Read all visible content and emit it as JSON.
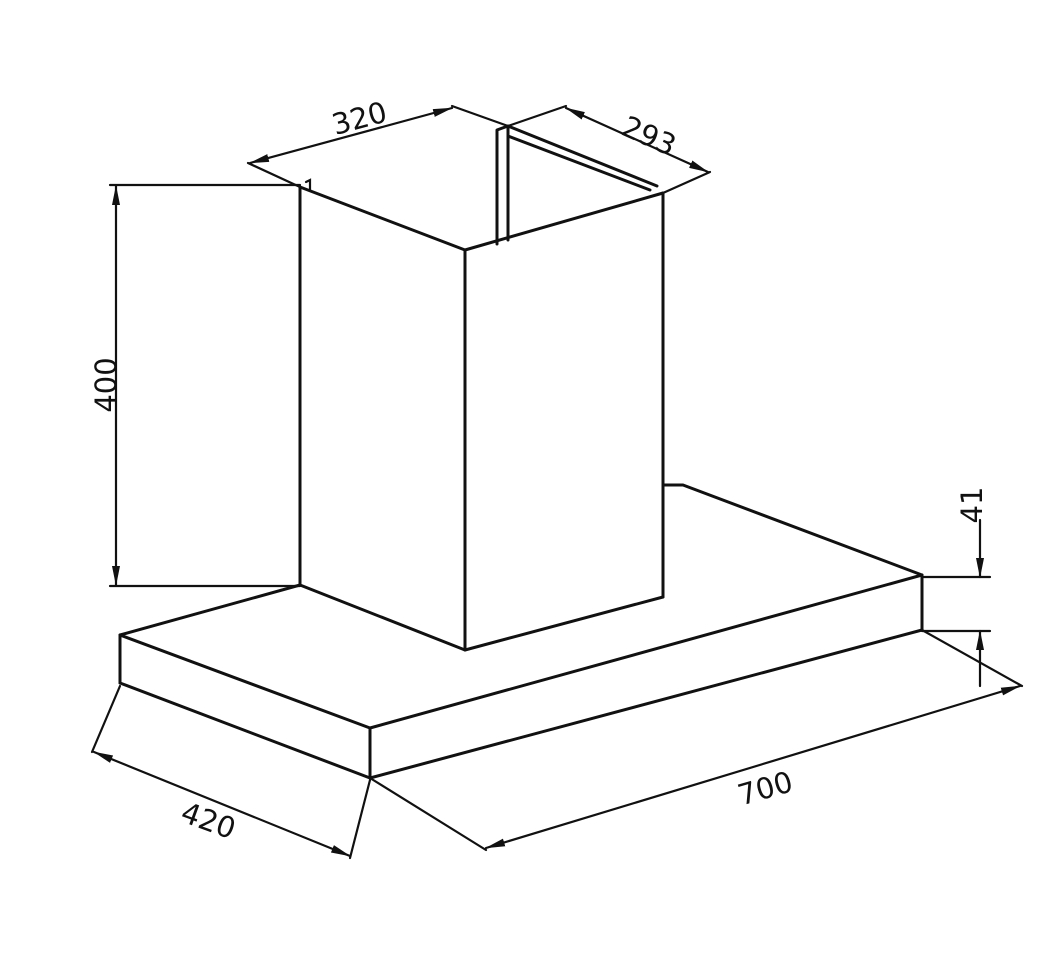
{
  "dimensions": {
    "chimney_width": "320",
    "chimney_depth": "293",
    "chimney_height": "400",
    "body_thickness": "41",
    "hood_width": "700",
    "hood_depth": "420"
  },
  "colors": {
    "line": "#111111",
    "background": "#ffffff"
  }
}
